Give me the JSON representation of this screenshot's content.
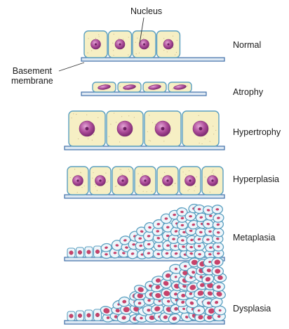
{
  "labels": {
    "nucleus": "Nucleus",
    "basement_line1": "Basement",
    "basement_line2": "membrane"
  },
  "stages": [
    {
      "id": "normal",
      "label": "Normal",
      "cells": 4
    },
    {
      "id": "atrophy",
      "label": "Atrophy",
      "cells": 4
    },
    {
      "id": "hypertrophy",
      "label": "Hypertrophy",
      "cells": 4
    },
    {
      "id": "hyperplasia",
      "label": "Hyperplasia",
      "cells": 7
    },
    {
      "id": "metaplasia",
      "label": "Metaplasia"
    },
    {
      "id": "dysplasia",
      "label": "Dysplasia"
    }
  ],
  "colors": {
    "cell_fill": "#f6efc4",
    "cell_outline": "#5a9fc0",
    "nucleus_fill": "#b04f9c",
    "nucleus_dark": "#7d2a72",
    "membrane": "#3f6fa8",
    "membrane_light": "#dde8f3",
    "squamous_fill": "#eef6fb",
    "nucleus_dot": "#c7426a"
  }
}
